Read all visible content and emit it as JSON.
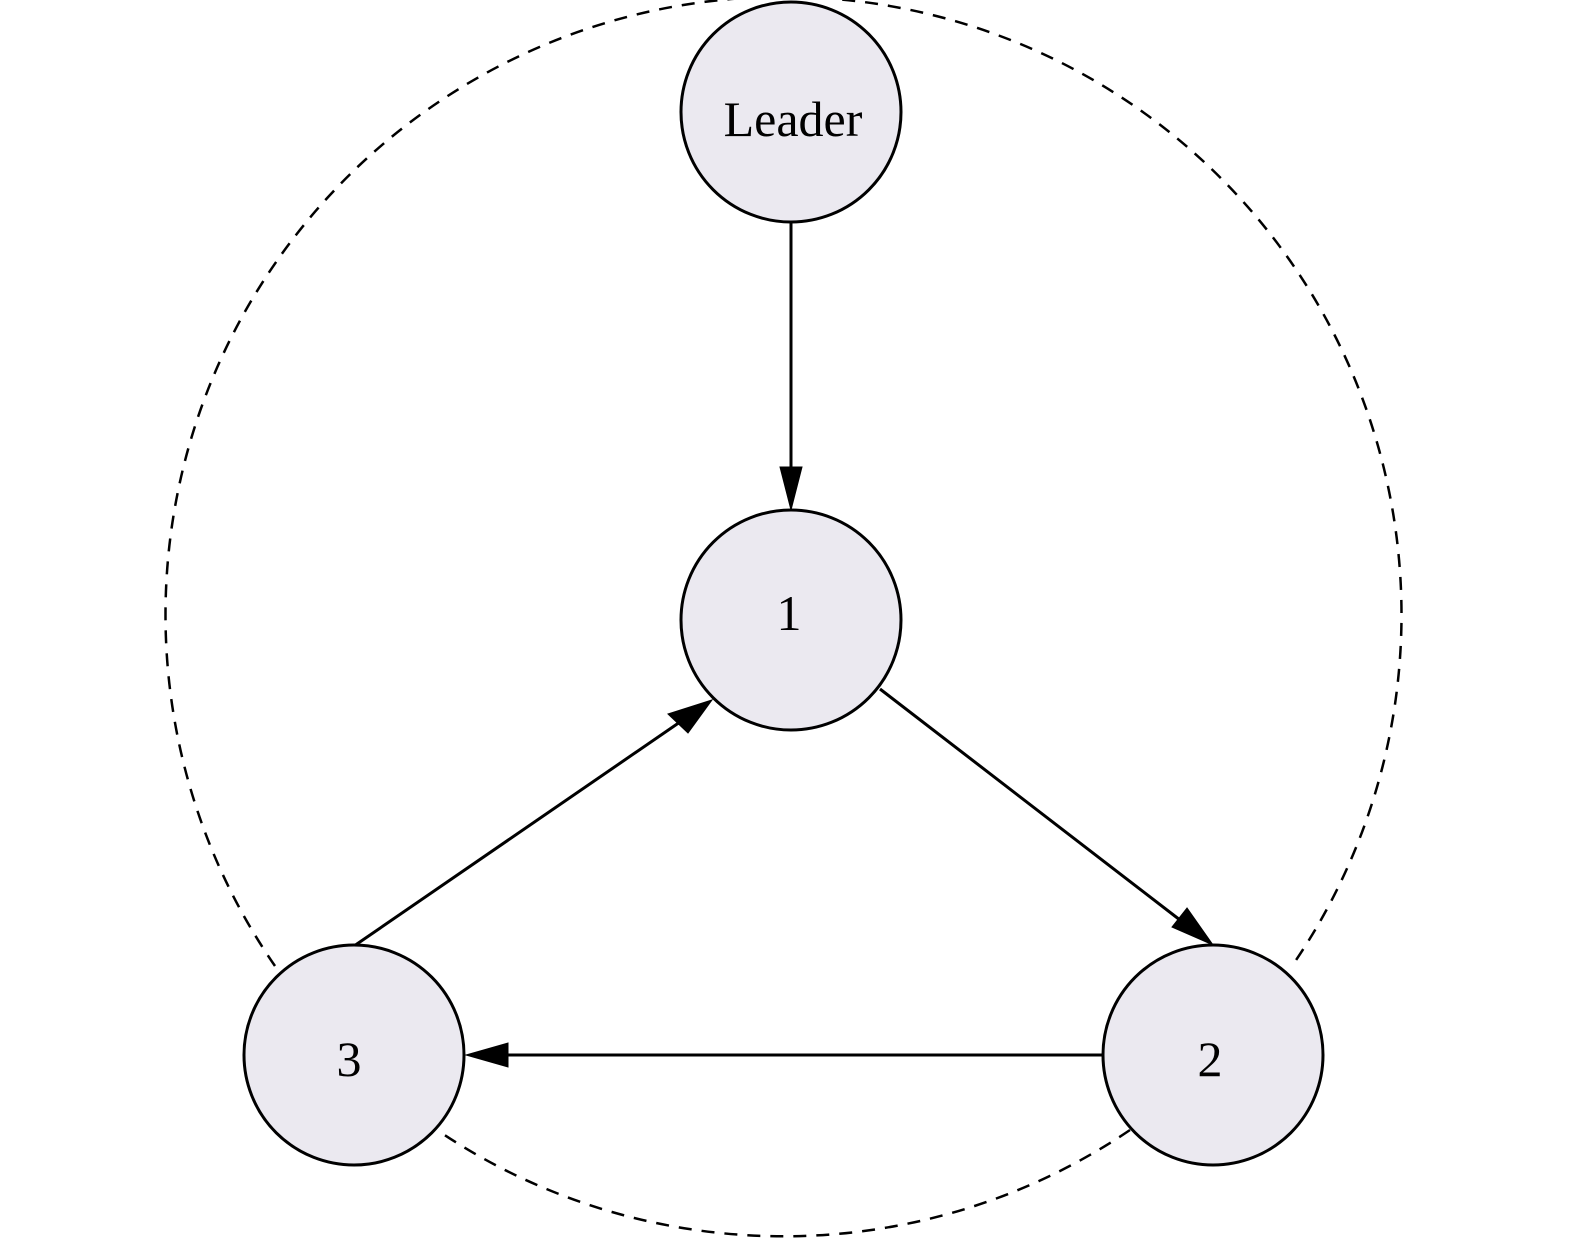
{
  "diagram": {
    "nodes": [
      {
        "id": "leader",
        "label": "Leader"
      },
      {
        "id": "n1",
        "label": "1"
      },
      {
        "id": "n2",
        "label": "2"
      },
      {
        "id": "n3",
        "label": "3"
      }
    ],
    "edges": [
      {
        "from": "leader",
        "to": "n1"
      },
      {
        "from": "n1",
        "to": "n2"
      },
      {
        "from": "n2",
        "to": "n3"
      },
      {
        "from": "n3",
        "to": "n1"
      }
    ],
    "colors": {
      "node_fill": "#ebe9f0",
      "stroke": "#000000"
    }
  }
}
